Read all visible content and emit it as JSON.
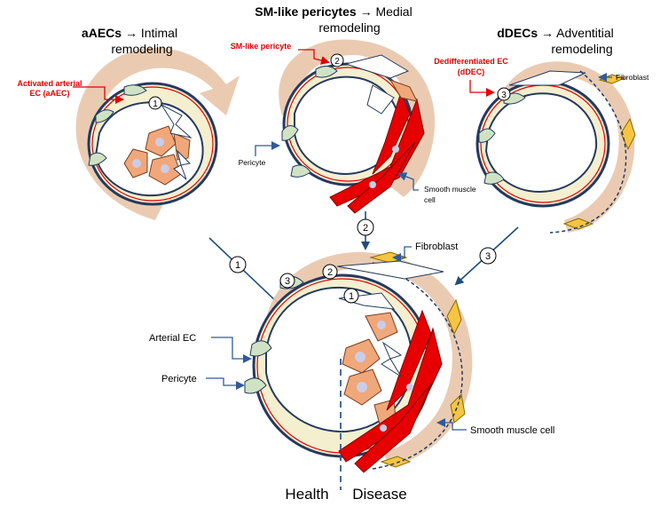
{
  "panels": {
    "intimal": {
      "head_bold": "aAECs",
      "head_rest": "Intimal",
      "head_line2": "remodeling",
      "callout_l1": "Activated arterial",
      "callout_l2": "EC (aAEC)",
      "step": "1"
    },
    "medial": {
      "head_bold": "SM-like pericytes",
      "head_rest": "Medial",
      "head_line2": "remodeling",
      "callout": "SM-like pericyte",
      "step": "2",
      "pericyte_label": "Pericyte",
      "smc_l1": "Smooth muscle",
      "smc_l2": "cell"
    },
    "adventitial": {
      "head_bold": "dDECs",
      "head_rest": "Adventitial",
      "head_line2": "remodeling",
      "callout_l1": "Dedifferentiated EC",
      "callout_l2": "(dDEC)",
      "step": "3",
      "fibroblast_label": "Fibroblast"
    }
  },
  "bottom": {
    "fibroblast_label": "Fibroblast",
    "arterial_ec_label": "Arterial EC",
    "pericyte_label": "Pericyte",
    "smc_label": "Smooth muscle cell",
    "health_label": "Health",
    "disease_label": "Disease"
  },
  "steps": [
    "1",
    "2",
    "3"
  ],
  "colors": {
    "halo": "#e8c5aa",
    "endothelium": "#f4efcf",
    "pericyte_green": "#cfe3c4",
    "smc_red": "#e60000",
    "fibroblast_yellow": "#f5c542",
    "blue_arrow": "#2f5b9a",
    "red_callout": "#e00000",
    "orange_cell": "#f0a77a"
  }
}
